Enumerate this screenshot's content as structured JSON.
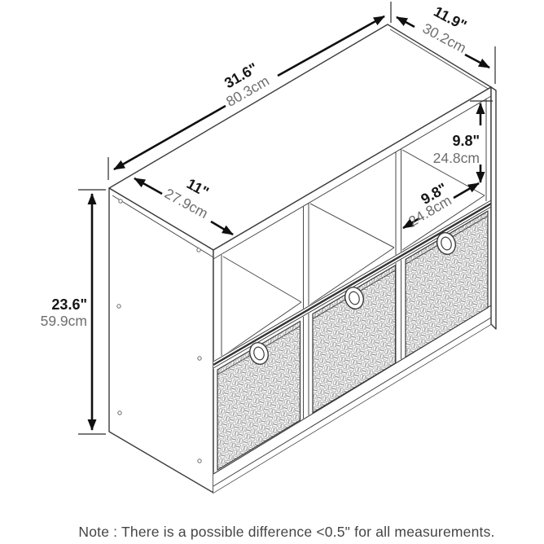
{
  "diagram": {
    "description": "cube-storage-organizer-dimension-drawing",
    "note": "Note : There is a possible difference <0.5\" for all measurements.",
    "dimensions": {
      "overall_width": {
        "inches": "31.6\"",
        "cm": "80.3cm"
      },
      "overall_depth": {
        "inches": "11.9\"",
        "cm": "30.2cm"
      },
      "cube_height": {
        "inches": "9.8\"",
        "cm": "24.8cm"
      },
      "cube_width": {
        "inches": "9.8\"",
        "cm": "24.8cm"
      },
      "shelf_depth": {
        "inches": "11\"",
        "cm": "27.9cm"
      },
      "overall_height": {
        "inches": "23.6\"",
        "cm": "59.9cm"
      }
    },
    "colors": {
      "background": "#ffffff",
      "outline": "#3c3c3c",
      "dimension_arrow": "#101010",
      "inch_text": "#161616",
      "cm_text": "#6e6e6e",
      "note_text": "#454545",
      "weave_texture": "#949494"
    }
  }
}
